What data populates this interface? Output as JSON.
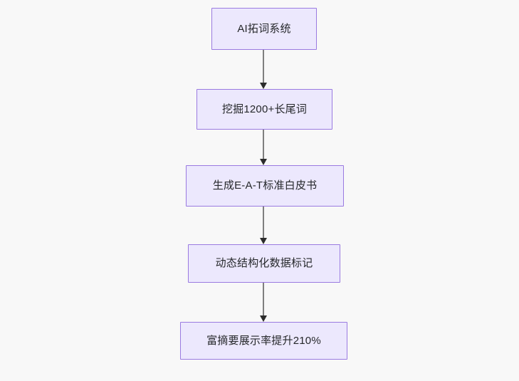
{
  "diagram": {
    "type": "flowchart",
    "orientation": "top-to-bottom",
    "background_color": "#f8f8f8",
    "node_fill_color": "#ece8fd",
    "node_border_color": "#9a7ae0",
    "node_text_color": "#26282b",
    "edge_line_color": "#7f7f7f",
    "edge_arrow_color": "#2c2c2c",
    "nodes": [
      {
        "id": "n0",
        "label": "AI拓词系统"
      },
      {
        "id": "n1",
        "label": "挖掘1200+长尾词"
      },
      {
        "id": "n2",
        "label": "生成E-A-T标准白皮书"
      },
      {
        "id": "n3",
        "label": "动态结构化数据标记"
      },
      {
        "id": "n4",
        "label": "富摘要展示率提升210%"
      }
    ],
    "edges": [
      {
        "id": "e0",
        "from": "n0",
        "to": "n1",
        "label": ""
      },
      {
        "id": "e1",
        "from": "n1",
        "to": "n2",
        "label": ""
      },
      {
        "id": "e2",
        "from": "n2",
        "to": "n3",
        "label": ""
      },
      {
        "id": "e3",
        "from": "n3",
        "to": "n4",
        "label": ""
      }
    ]
  }
}
